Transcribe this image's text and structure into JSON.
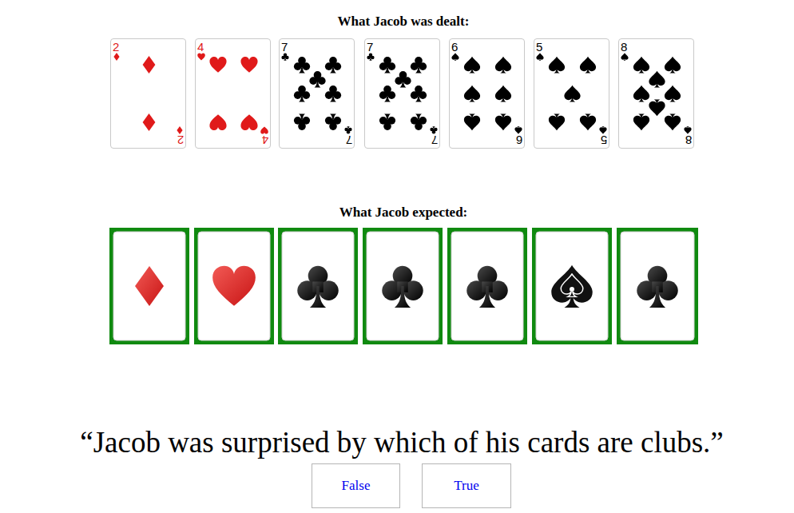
{
  "diagram": {
    "nodes": [
      {
        "text": [
          "2",
          "2"
        ]
      },
      {
        "text": [
          "4",
          "4"
        ]
      },
      {
        "text": [
          "7",
          "7"
        ]
      },
      {
        "text": [
          "7",
          "7"
        ]
      },
      {
        "text": [
          "6",
          "6"
        ]
      },
      {
        "text": [
          "5",
          "5"
        ]
      },
      {
        "text": [
          "8",
          "8"
        ]
      },
      {
        "text": [
          "False"
        ]
      },
      {
        "text": [
          "True"
        ]
      }
    ],
    "labels": [
      "What Jacob was dealt:",
      "What Jacob expected:",
      "“Jacob was surprised by which of his cards are clubs.”"
    ]
  }
}
